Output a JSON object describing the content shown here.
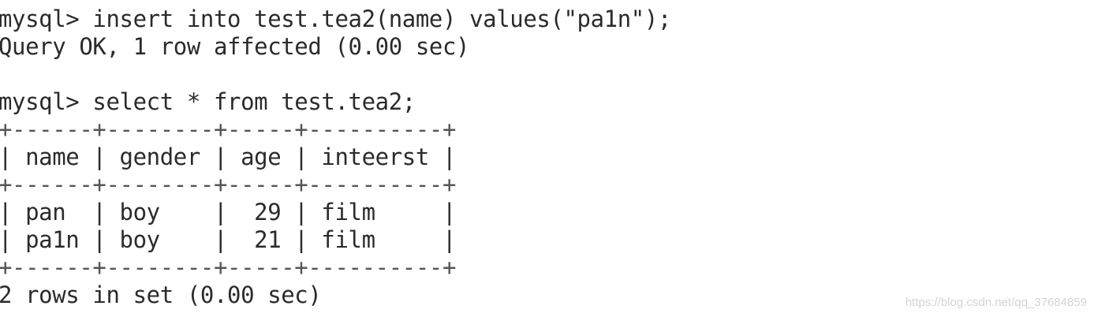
{
  "terminal": {
    "lines": [
      "mysql> insert into test.tea2(name) values(\"pa1n\");",
      "Query OK, 1 row affected (0.00 sec)",
      "",
      "mysql> select * from test.tea2;",
      "+------+--------+-----+----------+",
      "| name | gender | age | inteerst |",
      "+------+--------+-----+----------+",
      "| pan  | boy    |  29 | film     |",
      "| pa1n | boy    |  21 | film     |",
      "+------+--------+-----+----------+",
      "2 rows in set (0.00 sec)"
    ]
  },
  "watermark": {
    "text": "https://blog.csdn.net/qq_37684859"
  }
}
